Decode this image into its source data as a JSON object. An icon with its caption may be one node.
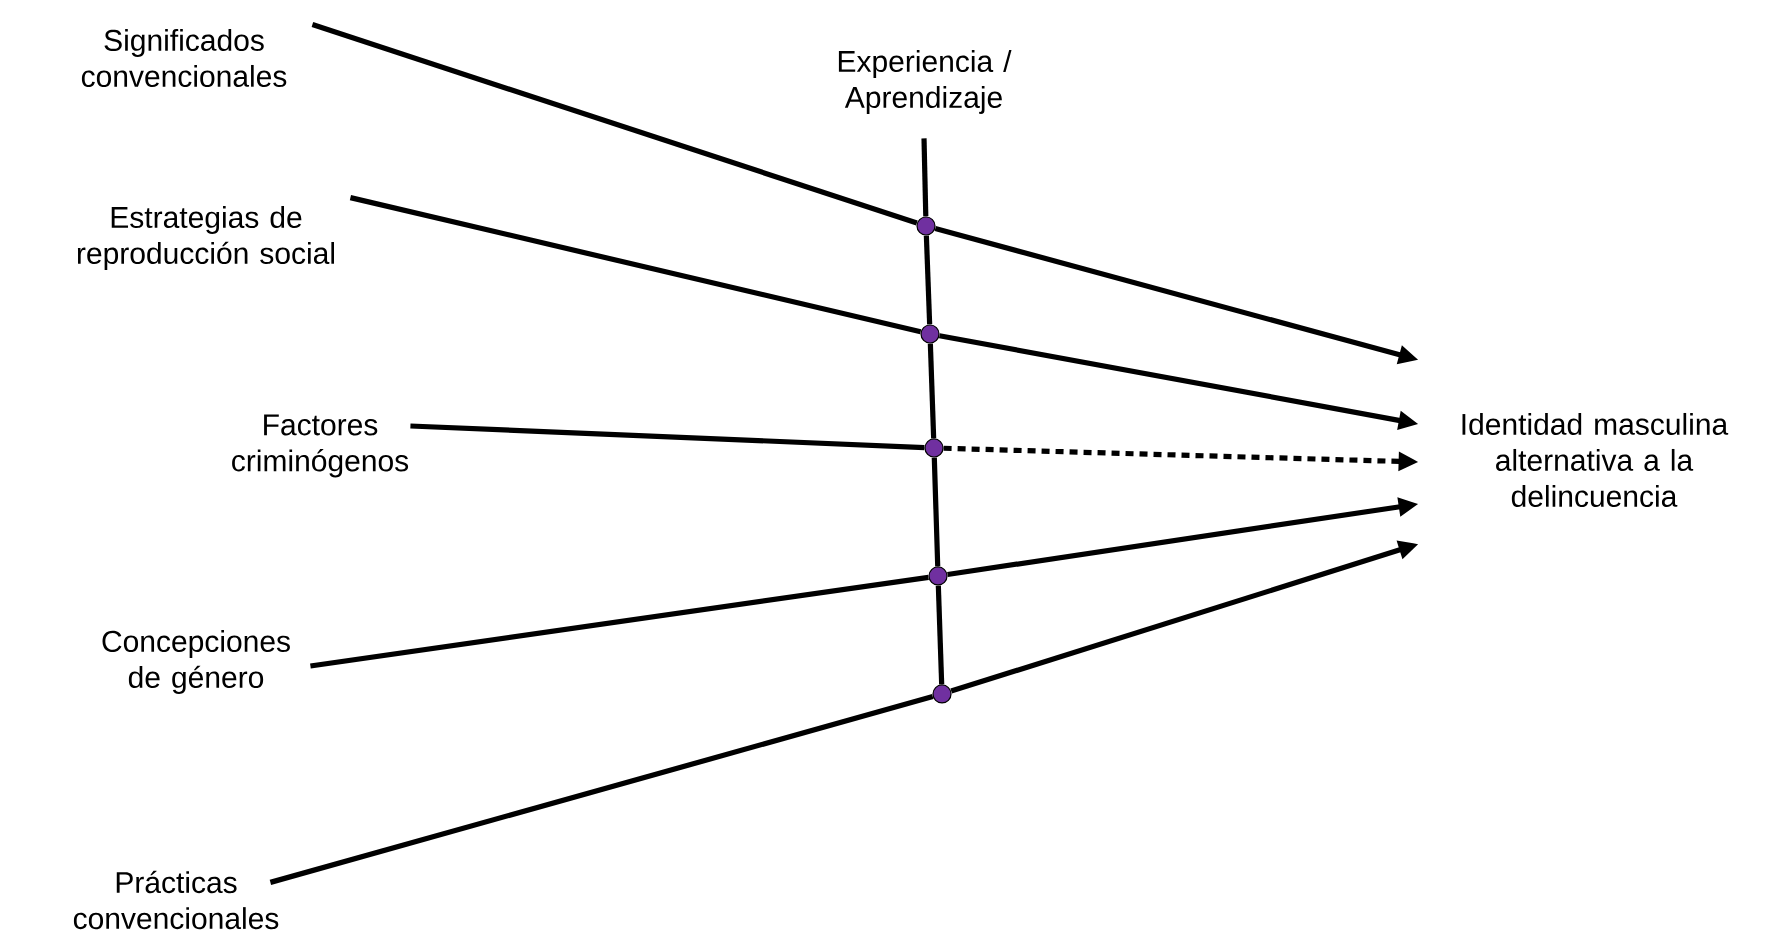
{
  "diagram": {
    "nodes": [
      {
        "text": [
          "Significados convencionales"
        ]
      },
      {
        "text": [
          "Estrategias de reproducción social"
        ]
      },
      {
        "text": [
          "Factores criminógenos"
        ]
      },
      {
        "text": [
          "Concepciones de género"
        ]
      },
      {
        "text": [
          "Prácticas convencionales"
        ]
      },
      {
        "text": [
          "Experiencia / Aprendizaje"
        ]
      },
      {
        "text": [
          "Identidad masculina alternativa a la delincuencia"
        ]
      },
      {
        "text": [],
        "shape": "circle"
      },
      {
        "text": [],
        "shape": "circle"
      },
      {
        "text": [],
        "shape": "circle"
      },
      {
        "text": [],
        "shape": "circle"
      },
      {
        "text": [],
        "shape": "circle"
      }
    ],
    "edges": [
      {
        "from": 0,
        "to": 7,
        "arrow": "none"
      },
      {
        "from": 1,
        "to": 8,
        "arrow": "none"
      },
      {
        "from": 2,
        "to": 9,
        "arrow": "none"
      },
      {
        "from": 3,
        "to": 10,
        "arrow": "none"
      },
      {
        "from": 4,
        "to": 11,
        "arrow": "none"
      },
      {
        "from": 7,
        "to": 6,
        "arrow": "to"
      },
      {
        "from": 8,
        "to": 6,
        "arrow": "to"
      },
      {
        "from": 9,
        "to": 6,
        "arrow": "to",
        "style": "dashed"
      },
      {
        "from": 10,
        "to": 6,
        "arrow": "to"
      },
      {
        "from": 11,
        "to": 6,
        "arrow": "to"
      },
      {
        "from": 5,
        "to": 7,
        "arrow": "none"
      },
      {
        "from": 7,
        "to": 8,
        "arrow": "none"
      },
      {
        "from": 8,
        "to": 9,
        "arrow": "none"
      },
      {
        "from": 9,
        "to": 10,
        "arrow": "none"
      },
      {
        "from": 10,
        "to": 11,
        "arrow": "none"
      }
    ]
  }
}
